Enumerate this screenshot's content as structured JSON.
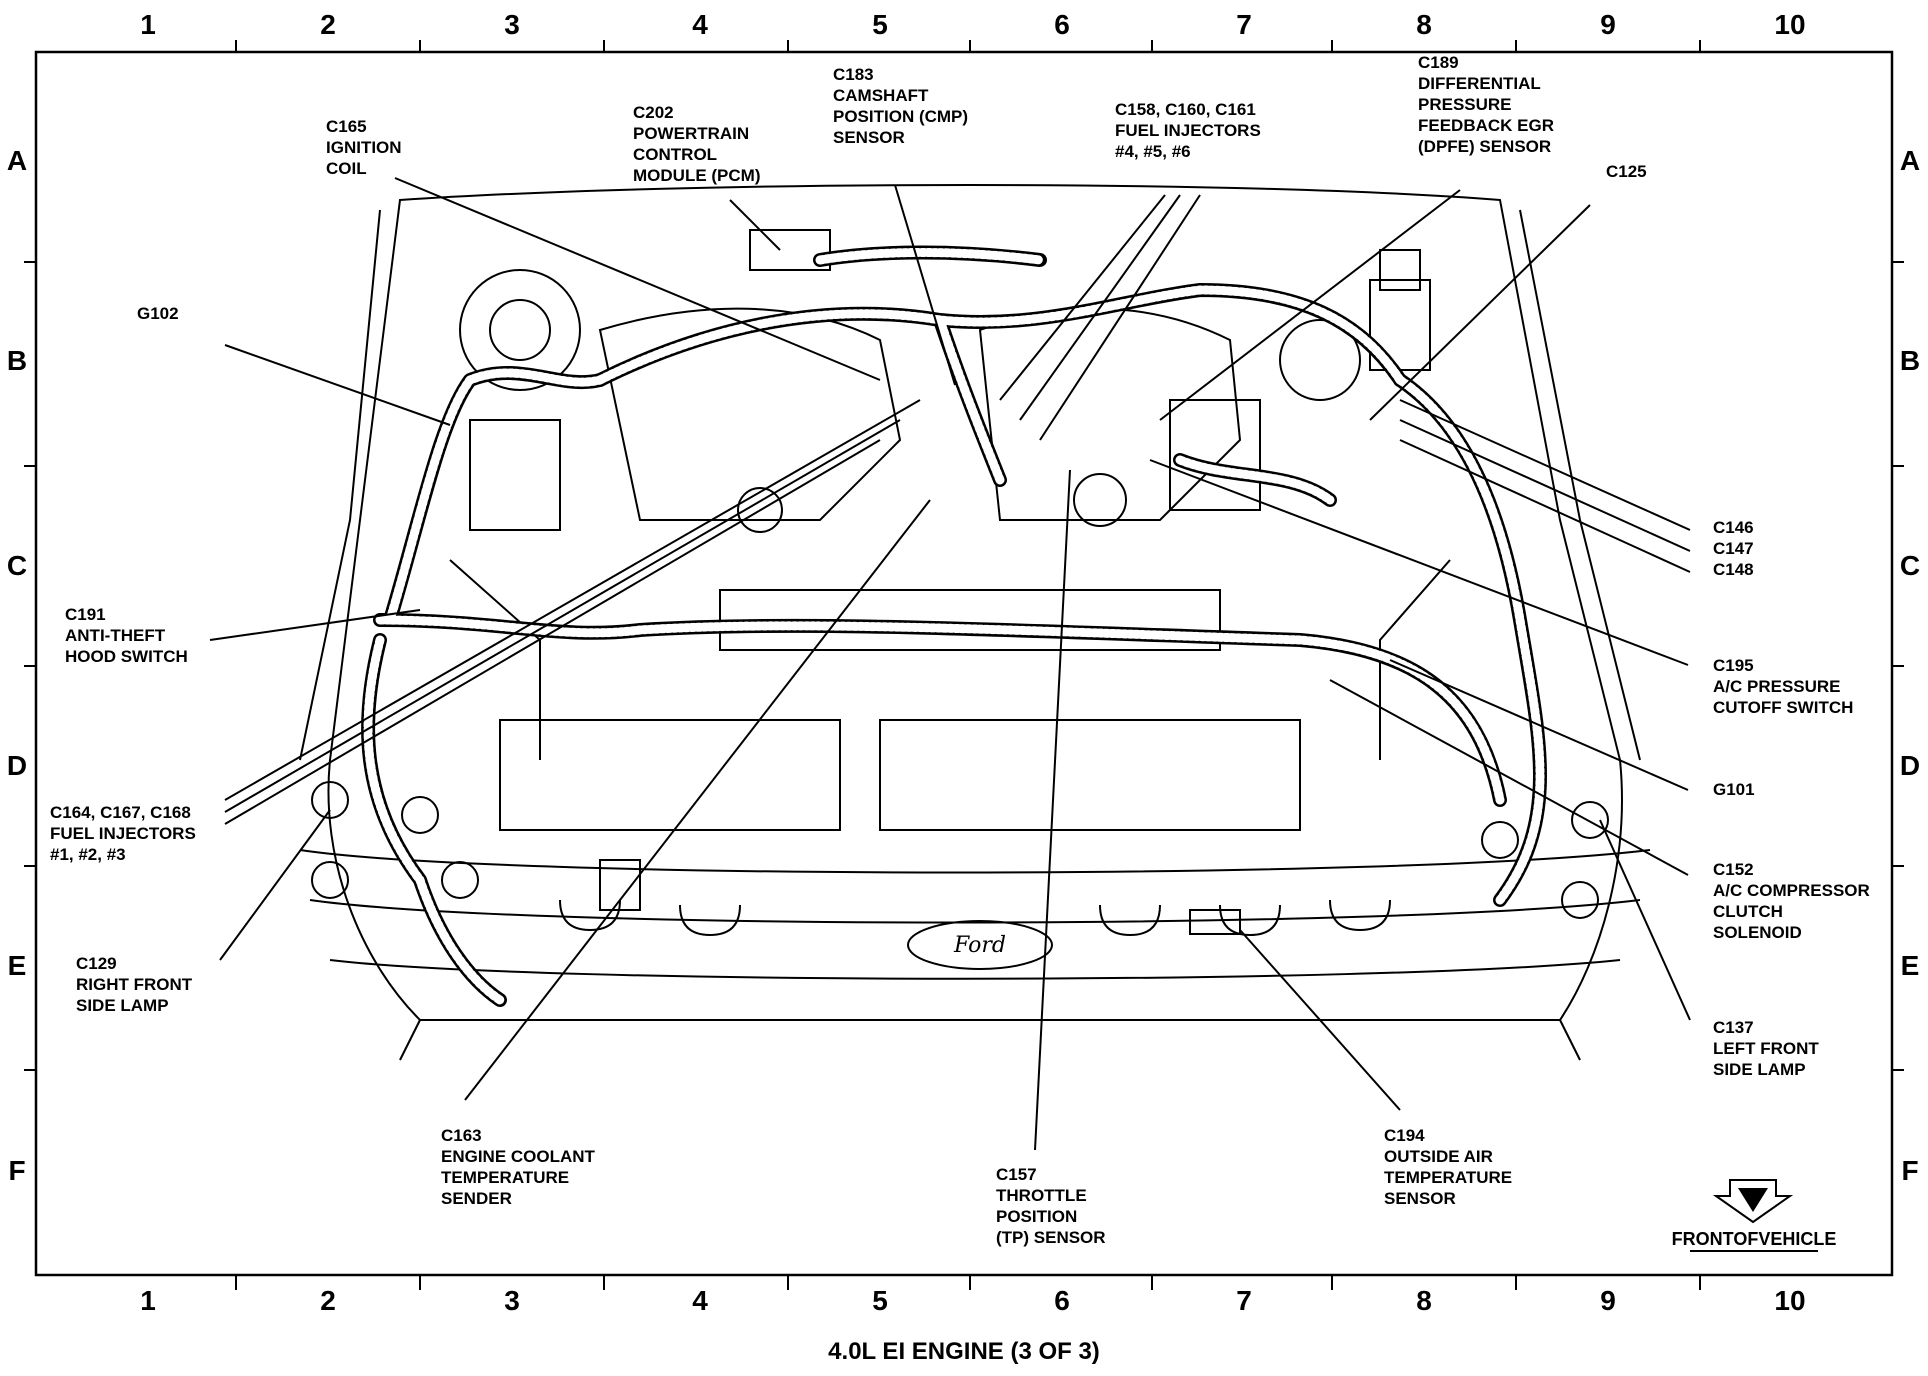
{
  "diagram": {
    "caption": "4.0L EI ENGINE (3 OF 3)",
    "front_label": "FRONTOFVEHICLE",
    "grid_columns": [
      "1",
      "2",
      "3",
      "4",
      "5",
      "6",
      "7",
      "8",
      "9",
      "10"
    ],
    "grid_rows": [
      "A",
      "B",
      "C",
      "D",
      "E",
      "F"
    ],
    "brand_emblem_text": "Ford",
    "components": [
      {
        "id": "c165",
        "lines": [
          "C165",
          "IGNITION",
          "COIL"
        ]
      },
      {
        "id": "c202",
        "lines": [
          "C202",
          "POWERTRAIN",
          "CONTROL",
          "MODULE (PCM)"
        ]
      },
      {
        "id": "c183",
        "lines": [
          "C183",
          "CAMSHAFT",
          "POSITION (CMP)",
          "SENSOR"
        ]
      },
      {
        "id": "c158",
        "lines": [
          "C158, C160, C161",
          "FUEL INJECTORS",
          "#4, #5, #6"
        ]
      },
      {
        "id": "c189",
        "lines": [
          "C189",
          "DIFFERENTIAL",
          "PRESSURE",
          "FEEDBACK EGR",
          "(DPFE) SENSOR"
        ]
      },
      {
        "id": "c125",
        "lines": [
          "C125"
        ]
      },
      {
        "id": "g102",
        "lines": [
          "G102"
        ]
      },
      {
        "id": "c146",
        "lines": [
          "C146"
        ]
      },
      {
        "id": "c147",
        "lines": [
          "C147"
        ]
      },
      {
        "id": "c148",
        "lines": [
          "C148"
        ]
      },
      {
        "id": "c191",
        "lines": [
          "C191",
          "ANTI-THEFT",
          "HOOD SWITCH"
        ]
      },
      {
        "id": "c195",
        "lines": [
          "C195",
          "A/C PRESSURE",
          "CUTOFF SWITCH"
        ]
      },
      {
        "id": "g101",
        "lines": [
          "G101"
        ]
      },
      {
        "id": "c164",
        "lines": [
          "C164, C167, C168",
          "FUEL INJECTORS",
          "#1, #2, #3"
        ]
      },
      {
        "id": "c152",
        "lines": [
          "C152",
          "A/C COMPRESSOR",
          "CLUTCH",
          "SOLENOID"
        ]
      },
      {
        "id": "c129",
        "lines": [
          "C129",
          "RIGHT FRONT",
          "SIDE LAMP"
        ]
      },
      {
        "id": "c137",
        "lines": [
          "C137",
          "LEFT FRONT",
          "SIDE LAMP"
        ]
      },
      {
        "id": "c163",
        "lines": [
          "C163",
          "ENGINE COOLANT",
          "TEMPERATURE",
          "SENDER"
        ]
      },
      {
        "id": "c157",
        "lines": [
          "C157",
          "THROTTLE",
          "POSITION",
          "(TP) SENSOR"
        ]
      },
      {
        "id": "c194",
        "lines": [
          "C194",
          "OUTSIDE AIR",
          "TEMPERATURE",
          "SENSOR"
        ]
      }
    ]
  }
}
